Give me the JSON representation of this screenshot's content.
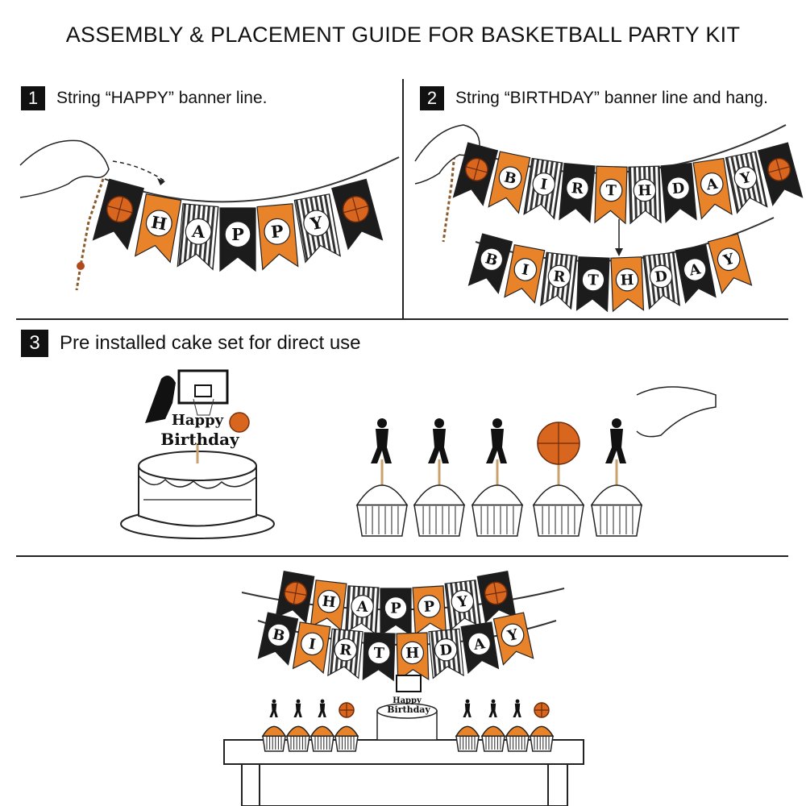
{
  "title": "ASSEMBLY & PLACEMENT GUIDE FOR BASKETBALL PARTY KIT",
  "steps": [
    {
      "number": "1",
      "text": "String “HAPPY” banner line."
    },
    {
      "number": "2",
      "text": "String “BIRTHDAY” banner line and hang."
    },
    {
      "number": "3",
      "text": "Pre installed cake set for direct use"
    }
  ],
  "banner_words": {
    "happy": [
      "H",
      "A",
      "P",
      "P",
      "Y"
    ],
    "birthday": [
      "B",
      "I",
      "R",
      "T",
      "H",
      "D",
      "A",
      "Y"
    ]
  },
  "cake_topper": {
    "line1": "Happy",
    "line2": "Birthday"
  },
  "colors": {
    "orange": "#e8832a",
    "dark": "#1c1c1c",
    "stripe": "#555555",
    "ball": "#d9661f"
  }
}
